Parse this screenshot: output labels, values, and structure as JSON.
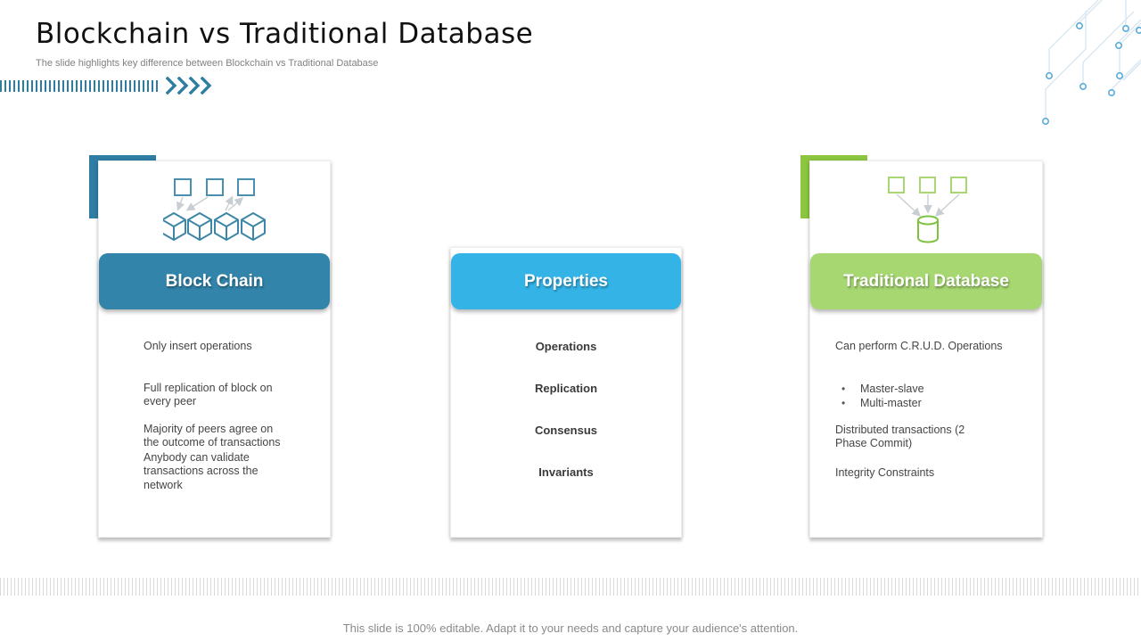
{
  "slide": {
    "title": "Blockchain vs Traditional Database",
    "subtitle": "The slide highlights key difference between Blockchain vs Traditional Database",
    "footer": "This slide is 100% editable. Adapt it to your needs and capture your audience's attention."
  },
  "colors": {
    "teal_accent": "#2E7EA4",
    "blockchain_header": "#3284AA",
    "properties_header": "#33B3E6",
    "green_accent": "#8CC63F",
    "traditional_header": "#A6D771",
    "circuit_node": "#4CA6D8",
    "arrow_gray": "#C9CED2"
  },
  "icons": {
    "chevrons": "chevrons-right-icon",
    "blockchain": "blockchain-cubes-icon",
    "traditional": "database-cylinder-icon",
    "decoration": "circuit-board-icon"
  },
  "cards": {
    "blockchain": {
      "title": "Block Chain",
      "rows": [
        "Only insert operations",
        "Full replication of block on every  peer",
        "Majority of peers agree on the outcome of transactions",
        "Anybody can validate transactions across the network"
      ]
    },
    "properties": {
      "title": "Properties",
      "rows": [
        "Operations",
        "Replication",
        "Consensus",
        "Invariants"
      ]
    },
    "traditional": {
      "title": "Traditional Database",
      "row1": "Can perform C.R.U.D. Operations",
      "bullets": [
        "Master-slave",
        "Multi-master"
      ],
      "row3": "Distributed transactions (2 Phase Commit)",
      "row4": "Integrity Constraints"
    }
  }
}
